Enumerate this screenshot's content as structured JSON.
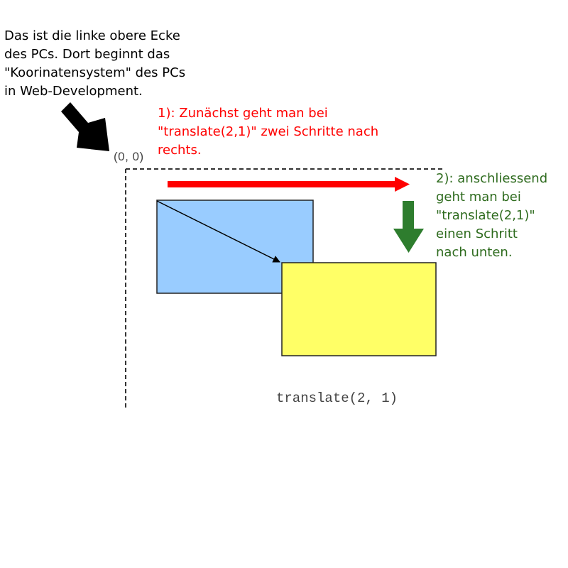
{
  "notes": {
    "origin_note": {
      "lines": [
        "Das ist die linke obere Ecke",
        "des PCs. Dort beginnt das",
        "\"Koorinatensystem\" des PCs",
        "in Web-Development."
      ]
    },
    "step1": {
      "lines": [
        "1): Zunächst geht man bei",
        "\"translate(2,1)\" zwei Schritte nach",
        "rechts."
      ]
    },
    "step2": {
      "lines": [
        "2): anschliessend",
        "geht man bei",
        "\"translate(2,1)\"",
        "einen Schritt",
        "nach unten."
      ]
    }
  },
  "origin_label": "(0, 0)",
  "caption": "translate(2, 1)",
  "colors": {
    "step1_text": "#ff0000",
    "step1_arrow": "#ff0000",
    "step2_text": "#2e6b1e",
    "step2_arrow": "#2e7d2e",
    "original_rect_fill": "#99ccff",
    "translated_rect_fill": "#ffff66",
    "pointer_arrow": "#000000",
    "axis_dash": "#333333",
    "label_text": "#444444"
  },
  "icons": {
    "pointer": "black-arrow-icon",
    "step1": "red-right-arrow-icon",
    "step2": "green-down-arrow-icon"
  }
}
